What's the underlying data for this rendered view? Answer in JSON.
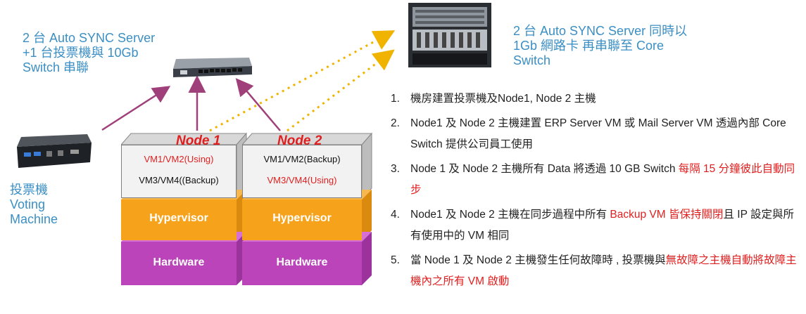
{
  "captions": {
    "switch": "2 台 Auto SYNC Server\n+1 台投票機與 10Gb\nSwitch 串聯",
    "core": "2 台 Auto SYNC Server  同時以\n1Gb  網路卡 再串聯至 Core\nSwitch",
    "voting": "投票機\nVoting\nMachine"
  },
  "nodes": [
    {
      "title": "Node 1",
      "vm_top": "VM1/VM2(Using)",
      "vm_bottom": "VM3/VM4((Backup)",
      "hypervisor": "Hypervisor",
      "hardware": "Hardware"
    },
    {
      "title": "Node 2",
      "vm_top": "VM1/VM2(Backup)",
      "vm_bottom": "VM3/VM4(Using)",
      "hypervisor": "Hypervisor",
      "hardware": "Hardware"
    }
  ],
  "colors": {
    "caption_blue": "#3b8fc4",
    "arrow": "#a0407a",
    "dotted": "#f0b400",
    "hypervisor": "#f7a21b",
    "hardware": "#bb44bb",
    "highlight_red": "#e02020"
  },
  "list": [
    {
      "num": "1.",
      "parts": [
        {
          "text": "機房建置投票機及Node1, Node 2 主機",
          "red": false
        }
      ]
    },
    {
      "num": "2.",
      "parts": [
        {
          "text": "Node1 及  Node 2 主機建置 ERP Server VM 或 Mail Server VM 透過內部 Core Switch 提供公司員工使用",
          "red": false
        }
      ]
    },
    {
      "num": "3.",
      "parts": [
        {
          "text": "Node 1 及  Node 2 主機所有 Data  將透過 10 GB Switch  ",
          "red": false
        },
        {
          "text": "每隔 15 分鐘彼此自動同步",
          "red": true
        }
      ]
    },
    {
      "num": "4.",
      "parts": [
        {
          "text": "Node1 及 Node 2 主機在同步過程中所有 ",
          "red": false
        },
        {
          "text": "Backup VM 皆保持關閉",
          "red": true
        },
        {
          "text": "且 IP 設定與所有使用中的 VM 相同",
          "red": false
        }
      ]
    },
    {
      "num": "5.",
      "parts": [
        {
          "text": "當 Node 1 及  Node 2 主機發生任何故障時 , 投票機與",
          "red": false
        },
        {
          "text": "無故障之主機自動將故障主機內之所有 VM 啟動",
          "red": true
        }
      ]
    }
  ]
}
